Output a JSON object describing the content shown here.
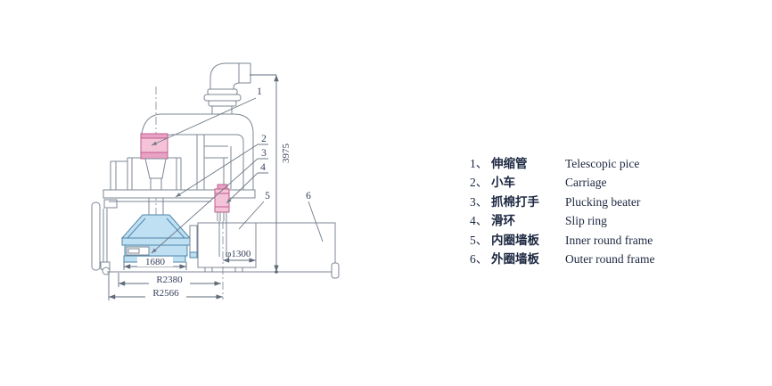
{
  "title": "bale plucker machine side-view technical drawing",
  "dimensions": {
    "total_height": "3975",
    "carriage_width": "1680",
    "radius_mid": "R2380",
    "radius_outer": "R2566",
    "diameter": "φ1300"
  },
  "callouts": {
    "n1": "1",
    "n2": "2",
    "n3": "3",
    "n4": "4",
    "n5": "5",
    "n6": "6"
  },
  "legend": {
    "items": [
      {
        "num": "1、",
        "cn": "伸缩管",
        "en": "Telescopic pice"
      },
      {
        "num": "2、",
        "cn": "小车",
        "en": "Carriage"
      },
      {
        "num": "3、",
        "cn": "抓棉打手",
        "en": "Plucking beater"
      },
      {
        "num": "4、",
        "cn": "滑环",
        "en": "Slip ring"
      },
      {
        "num": "5、",
        "cn": "内圈墙板",
        "en": "Inner round frame"
      },
      {
        "num": "6、",
        "cn": "外圈墙板",
        "en": "Outer round frame"
      }
    ]
  },
  "colors": {
    "blue_fill": "#bfe0f2",
    "pink_fill": "#f5c3d8",
    "pink_band": "#e9a2c3",
    "line": "#7d8794",
    "text": "#36415c"
  }
}
